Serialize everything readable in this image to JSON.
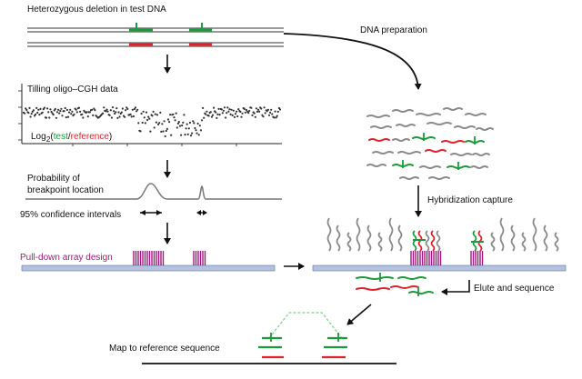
{
  "labels": {
    "title": "Heterozygous deletion in test DNA",
    "cgh_title": "Tilling oligo–CGH data",
    "log_prefix": "Log",
    "log_sub": "2",
    "log_open": "(",
    "log_test": "test",
    "log_slash": "/",
    "log_ref": "reference",
    "log_close": ")",
    "prob_line1": "Probability of",
    "prob_line2": "breakpoint location",
    "ci": "95% confidence intervals",
    "pulldown": "Pull-down array design",
    "dna_prep": "DNA preparation",
    "hyb": "Hybridization capture",
    "elute": "Elute and sequence",
    "map": "Map to reference sequence"
  },
  "colors": {
    "test": "#1a9a3a",
    "reference": "#e0202a",
    "probe": "#a0187a",
    "array": "#b4c2e0",
    "gray": "#8a8a8a",
    "text": "#111111"
  }
}
